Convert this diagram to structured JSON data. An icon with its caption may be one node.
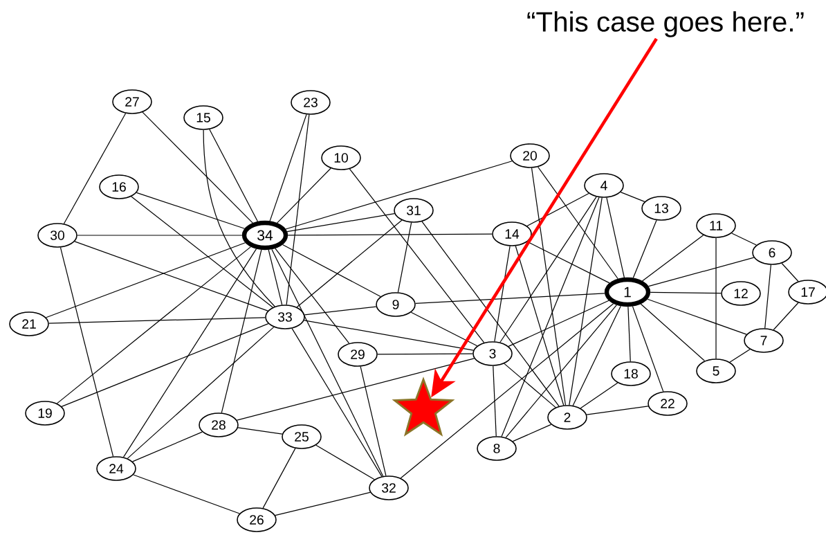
{
  "diagram": {
    "nodes": [
      {
        "text": [
          "1"
        ]
      },
      {
        "text": [
          "2"
        ]
      },
      {
        "text": [
          "3"
        ]
      },
      {
        "text": [
          "4"
        ]
      },
      {
        "text": [
          "5"
        ]
      },
      {
        "text": [
          "6"
        ]
      },
      {
        "text": [
          "7"
        ]
      },
      {
        "text": [
          "8"
        ]
      },
      {
        "text": [
          "9"
        ]
      },
      {
        "text": [
          "10"
        ]
      },
      {
        "text": [
          "11"
        ]
      },
      {
        "text": [
          "12"
        ]
      },
      {
        "text": [
          "13"
        ]
      },
      {
        "text": [
          "14"
        ]
      },
      {
        "text": [
          "15"
        ]
      },
      {
        "text": [
          "16"
        ]
      },
      {
        "text": [
          "17"
        ]
      },
      {
        "text": [
          "18"
        ]
      },
      {
        "text": [
          "19"
        ]
      },
      {
        "text": [
          "20"
        ]
      },
      {
        "text": [
          "21"
        ]
      },
      {
        "text": [
          "22"
        ]
      },
      {
        "text": [
          "23"
        ]
      },
      {
        "text": [
          "24"
        ]
      },
      {
        "text": [
          "25"
        ]
      },
      {
        "text": [
          "26"
        ]
      },
      {
        "text": [
          "27"
        ]
      },
      {
        "text": [
          "28"
        ]
      },
      {
        "text": [
          "29"
        ]
      },
      {
        "text": [
          "30"
        ]
      },
      {
        "text": [
          "31"
        ]
      },
      {
        "text": [
          "32"
        ]
      },
      {
        "text": [
          "33"
        ]
      },
      {
        "text": [
          "34"
        ]
      },
      {
        "text": [
          "“This case goes here.”"
        ]
      },
      {
        "text": [],
        "shape": "star"
      }
    ],
    "edges": [
      {
        "from": 0,
        "to": 1,
        "arrow": "none"
      },
      {
        "from": 0,
        "to": 2,
        "arrow": "none"
      },
      {
        "from": 0,
        "to": 3,
        "arrow": "none"
      },
      {
        "from": 0,
        "to": 4,
        "arrow": "none"
      },
      {
        "from": 0,
        "to": 5,
        "arrow": "none"
      },
      {
        "from": 0,
        "to": 6,
        "arrow": "none"
      },
      {
        "from": 0,
        "to": 7,
        "arrow": "none"
      },
      {
        "from": 0,
        "to": 8,
        "arrow": "none"
      },
      {
        "from": 0,
        "to": 10,
        "arrow": "none"
      },
      {
        "from": 0,
        "to": 11,
        "arrow": "none"
      },
      {
        "from": 0,
        "to": 12,
        "arrow": "none"
      },
      {
        "from": 0,
        "to": 13,
        "arrow": "none"
      },
      {
        "from": 0,
        "to": 17,
        "arrow": "none"
      },
      {
        "from": 0,
        "to": 19,
        "arrow": "none"
      },
      {
        "from": 0,
        "to": 21,
        "arrow": "none"
      },
      {
        "from": 0,
        "to": 31,
        "arrow": "none"
      },
      {
        "from": 1,
        "to": 2,
        "arrow": "none"
      },
      {
        "from": 1,
        "to": 3,
        "arrow": "none"
      },
      {
        "from": 1,
        "to": 7,
        "arrow": "none"
      },
      {
        "from": 1,
        "to": 13,
        "arrow": "none"
      },
      {
        "from": 1,
        "to": 17,
        "arrow": "none"
      },
      {
        "from": 1,
        "to": 19,
        "arrow": "none"
      },
      {
        "from": 1,
        "to": 21,
        "arrow": "none"
      },
      {
        "from": 1,
        "to": 30,
        "arrow": "none"
      },
      {
        "from": 2,
        "to": 3,
        "arrow": "none"
      },
      {
        "from": 2,
        "to": 7,
        "arrow": "none"
      },
      {
        "from": 2,
        "to": 8,
        "arrow": "none"
      },
      {
        "from": 2,
        "to": 9,
        "arrow": "none"
      },
      {
        "from": 2,
        "to": 13,
        "arrow": "none"
      },
      {
        "from": 2,
        "to": 27,
        "arrow": "none"
      },
      {
        "from": 2,
        "to": 28,
        "arrow": "none"
      },
      {
        "from": 2,
        "to": 32,
        "arrow": "none"
      },
      {
        "from": 3,
        "to": 7,
        "arrow": "none"
      },
      {
        "from": 3,
        "to": 12,
        "arrow": "none"
      },
      {
        "from": 3,
        "to": 13,
        "arrow": "none"
      },
      {
        "from": 4,
        "to": 6,
        "arrow": "none"
      },
      {
        "from": 4,
        "to": 10,
        "arrow": "none"
      },
      {
        "from": 5,
        "to": 6,
        "arrow": "none"
      },
      {
        "from": 5,
        "to": 10,
        "arrow": "none"
      },
      {
        "from": 5,
        "to": 16,
        "arrow": "none"
      },
      {
        "from": 6,
        "to": 16,
        "arrow": "none"
      },
      {
        "from": 8,
        "to": 30,
        "arrow": "none"
      },
      {
        "from": 8,
        "to": 32,
        "arrow": "none"
      },
      {
        "from": 8,
        "to": 33,
        "arrow": "none"
      },
      {
        "from": 9,
        "to": 33,
        "arrow": "none"
      },
      {
        "from": 13,
        "to": 33,
        "arrow": "none"
      },
      {
        "from": 14,
        "to": 32,
        "arrow": "none"
      },
      {
        "from": 14,
        "to": 33,
        "arrow": "none"
      },
      {
        "from": 15,
        "to": 32,
        "arrow": "none"
      },
      {
        "from": 15,
        "to": 33,
        "arrow": "none"
      },
      {
        "from": 18,
        "to": 32,
        "arrow": "none"
      },
      {
        "from": 18,
        "to": 33,
        "arrow": "none"
      },
      {
        "from": 19,
        "to": 33,
        "arrow": "none"
      },
      {
        "from": 20,
        "to": 32,
        "arrow": "none"
      },
      {
        "from": 20,
        "to": 33,
        "arrow": "none"
      },
      {
        "from": 22,
        "to": 32,
        "arrow": "none"
      },
      {
        "from": 22,
        "to": 33,
        "arrow": "none"
      },
      {
        "from": 23,
        "to": 25,
        "arrow": "none"
      },
      {
        "from": 23,
        "to": 27,
        "arrow": "none"
      },
      {
        "from": 23,
        "to": 29,
        "arrow": "none"
      },
      {
        "from": 23,
        "to": 32,
        "arrow": "none"
      },
      {
        "from": 23,
        "to": 33,
        "arrow": "none"
      },
      {
        "from": 24,
        "to": 25,
        "arrow": "none"
      },
      {
        "from": 24,
        "to": 27,
        "arrow": "none"
      },
      {
        "from": 24,
        "to": 31,
        "arrow": "none"
      },
      {
        "from": 25,
        "to": 31,
        "arrow": "none"
      },
      {
        "from": 26,
        "to": 29,
        "arrow": "none"
      },
      {
        "from": 26,
        "to": 33,
        "arrow": "none"
      },
      {
        "from": 27,
        "to": 33,
        "arrow": "none"
      },
      {
        "from": 28,
        "to": 31,
        "arrow": "none"
      },
      {
        "from": 28,
        "to": 33,
        "arrow": "none"
      },
      {
        "from": 29,
        "to": 32,
        "arrow": "none"
      },
      {
        "from": 29,
        "to": 33,
        "arrow": "none"
      },
      {
        "from": 30,
        "to": 32,
        "arrow": "none"
      },
      {
        "from": 30,
        "to": 33,
        "arrow": "none"
      },
      {
        "from": 31,
        "to": 32,
        "arrow": "none"
      },
      {
        "from": 31,
        "to": 33,
        "arrow": "none"
      },
      {
        "from": 32,
        "to": 33,
        "arrow": "none"
      },
      {
        "from": 34,
        "to": 35,
        "arrow": "to",
        "style": "thick",
        "color": "#ff0000"
      }
    ]
  }
}
